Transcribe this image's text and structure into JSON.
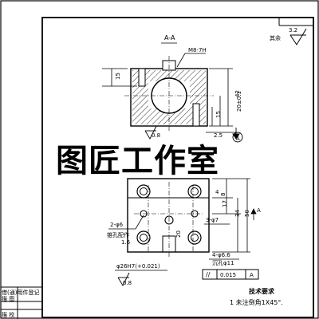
{
  "watermark": "图匠工作室",
  "roughness": {
    "value": "3.2",
    "rest": "其余"
  },
  "section": {
    "label": "A-A",
    "thread": "M8-7H",
    "dim_15_left": "15",
    "dim_42": "42",
    "dim_15_right": "15",
    "dim_20": "20±0.1",
    "roughness_08": "0.8",
    "dim_25": "2.5",
    "datum": "A"
  },
  "plan": {
    "dim_4": "4",
    "dim_8": "8",
    "dim_17": "17",
    "dim_34": "34",
    "dim_50": "50",
    "holes_left": "2-φ6",
    "holes_left_note": "锥孔配作",
    "dim_16": "1.6",
    "dim_20": "20",
    "holes_right": "3-φ7",
    "holes_4": "4-φ6.6",
    "counterbore": "沉孔φ11",
    "bore": "φ26H7(+0.021)",
    "roughness_08": "0.8",
    "view_arrow": "A"
  },
  "tolerance": {
    "symbol": "//",
    "value": "0.015",
    "datum": "A"
  },
  "tech": {
    "heading": "技术要求",
    "item1": "1 未注倒角1X45°."
  },
  "side_table": {
    "r1": "借(通)用件登记",
    "r2": "描 图",
    "r3": "描 校"
  }
}
